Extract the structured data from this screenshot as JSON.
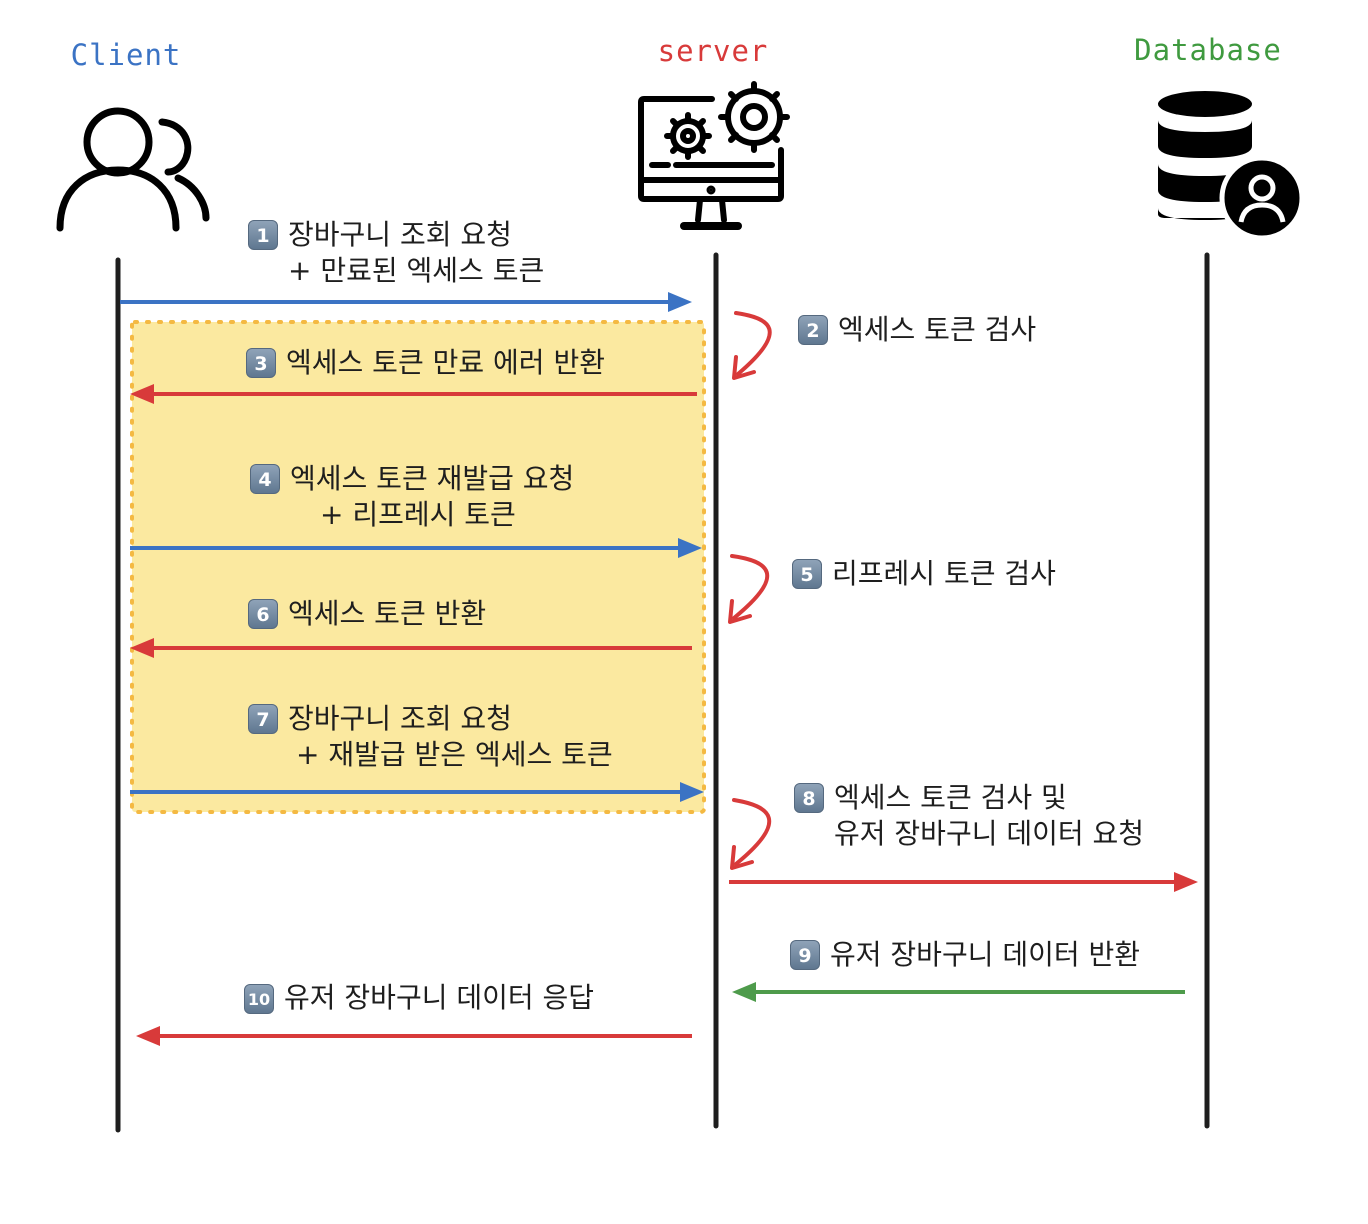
{
  "actors": {
    "client": {
      "label": "Client",
      "color": "#3b73c4"
    },
    "server": {
      "label": "server",
      "color": "#d83a3a"
    },
    "database": {
      "label": "Database",
      "color": "#3f9a3f"
    }
  },
  "colors": {
    "request": "#3b73c4",
    "server": "#d83a3a",
    "database": "#4e9b4b",
    "highlight_fill": "#fbe9a0",
    "highlight_border": "#f4b942"
  },
  "steps": [
    {
      "num": "1",
      "lines": [
        "장바구니 조회 요청",
        "+ 만료된 엑세스 토큰"
      ]
    },
    {
      "num": "2",
      "lines": [
        "엑세스 토큰 검사"
      ]
    },
    {
      "num": "3",
      "lines": [
        "엑세스 토큰 만료 에러 반환"
      ]
    },
    {
      "num": "4",
      "lines": [
        "엑세스 토큰 재발급 요청",
        "+ 리프레시 토큰"
      ]
    },
    {
      "num": "5",
      "lines": [
        "리프레시 토큰 검사"
      ]
    },
    {
      "num": "6",
      "lines": [
        "엑세스 토큰 반환"
      ]
    },
    {
      "num": "7",
      "lines": [
        "장바구니 조회 요청",
        "+ 재발급 받은 엑세스 토큰"
      ]
    },
    {
      "num": "8",
      "lines": [
        "엑세스 토큰 검사 및",
        "유저 장바구니 데이터 요청"
      ]
    },
    {
      "num": "9",
      "lines": [
        "유저 장바구니 데이터 반환"
      ]
    },
    {
      "num": "10",
      "lines": [
        "유저 장바구니 데이터 응답"
      ]
    }
  ]
}
